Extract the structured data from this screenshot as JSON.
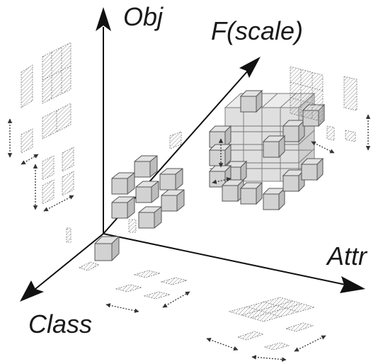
{
  "axes": {
    "obj": "Obj",
    "scale": "F(scale)",
    "attr": "Attr",
    "class": "Class"
  },
  "colors": {
    "axis": "#111111",
    "cube_face": "#d2d2d2",
    "cube_edge": "#555555",
    "hatch": "#8c8c8c",
    "dotted_arrow": "#333333"
  },
  "icons": {
    "axis_head": "solid-arrowhead",
    "dimension_arrow": "dotted-double-arrow"
  }
}
